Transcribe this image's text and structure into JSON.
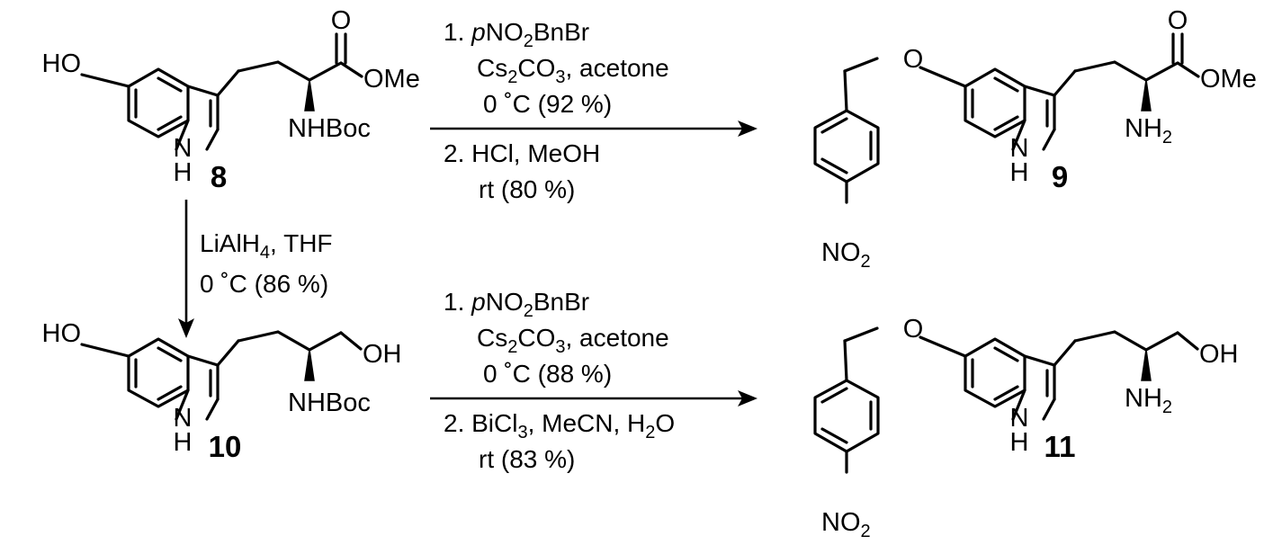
{
  "compounds": {
    "c8": {
      "number": "8",
      "ho": "HO",
      "ome": "OMe",
      "carbonyl_o": "O",
      "nhboc": "NHBoc",
      "nh_n": "N",
      "nh_h": "H"
    },
    "c9": {
      "number": "9",
      "o": "O",
      "ome": "OMe",
      "carbonyl_o": "O",
      "nh2": "NH",
      "nh2_sub": "2",
      "nh_n": "N",
      "nh_h": "H",
      "no2": "NO",
      "no2_sub": "2"
    },
    "c10": {
      "number": "10",
      "ho": "HO",
      "oh": "OH",
      "nhboc": "NHBoc",
      "nh_n": "N",
      "nh_h": "H"
    },
    "c11": {
      "number": "11",
      "o": "O",
      "oh": "OH",
      "nh2": "NH",
      "nh2_sub": "2",
      "nh_n": "N",
      "nh_h": "H",
      "no2": "NO",
      "no2_sub": "2"
    }
  },
  "reactions": {
    "top": {
      "l1_num": "1. ",
      "l1_it": "p",
      "l1_rest": "NO",
      "l1_sub": "2",
      "l1_end": "BnBr",
      "l2_a": "Cs",
      "l2_s1": "2",
      "l2_b": "CO",
      "l2_s2": "3",
      "l2_c": ", acetone",
      "l3": "0 ˚C (92 %)",
      "l4": "2. HCl, MeOH",
      "l5": "rt (80 %)"
    },
    "vertical": {
      "l1_a": "LiAlH",
      "l1_sub": "4",
      "l1_b": ", THF",
      "l2": "0 ˚C (86 %)"
    },
    "bottom": {
      "l1_num": "1. ",
      "l1_it": "p",
      "l1_rest": "NO",
      "l1_sub": "2",
      "l1_end": "BnBr",
      "l2_a": "Cs",
      "l2_s1": "2",
      "l2_b": "CO",
      "l2_s2": "3",
      "l2_c": ", acetone",
      "l3": "0 ˚C (88 %)",
      "l4_a": "2. BiCl",
      "l4_s1": "3",
      "l4_b": ", MeCN, H",
      "l4_s2": "2",
      "l4_c": "O",
      "l5": "rt (83 %)"
    }
  }
}
